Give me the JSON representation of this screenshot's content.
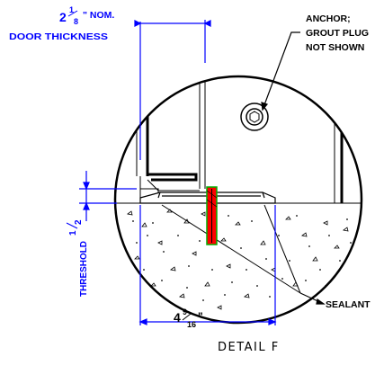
{
  "detail": {
    "door_thickness_dim": {
      "whole": "2",
      "frac_num": "1",
      "frac_den": "8",
      "suffix": "\" NOM.",
      "label": "DOOR THICKNESS"
    },
    "anchor_note": {
      "line1": "ANCHOR;",
      "line2": "GROUT PLUG",
      "line3": "NOT SHOWN"
    },
    "threshold_height_dim": {
      "frac_num": "1",
      "frac_den": "2",
      "suffix": "\"",
      "label": "THRESHOLD"
    },
    "threshold_width_dim": {
      "whole": "4",
      "frac_num": "9",
      "frac_den": "16",
      "suffix": "\""
    },
    "sealant_label": "SEALANT",
    "caption": "DETAIL F"
  },
  "colors": {
    "ink": "#000000",
    "dimension": "#0000ff",
    "anchor_fill": "#ff0000",
    "anchor_outline": "#00b000"
  }
}
